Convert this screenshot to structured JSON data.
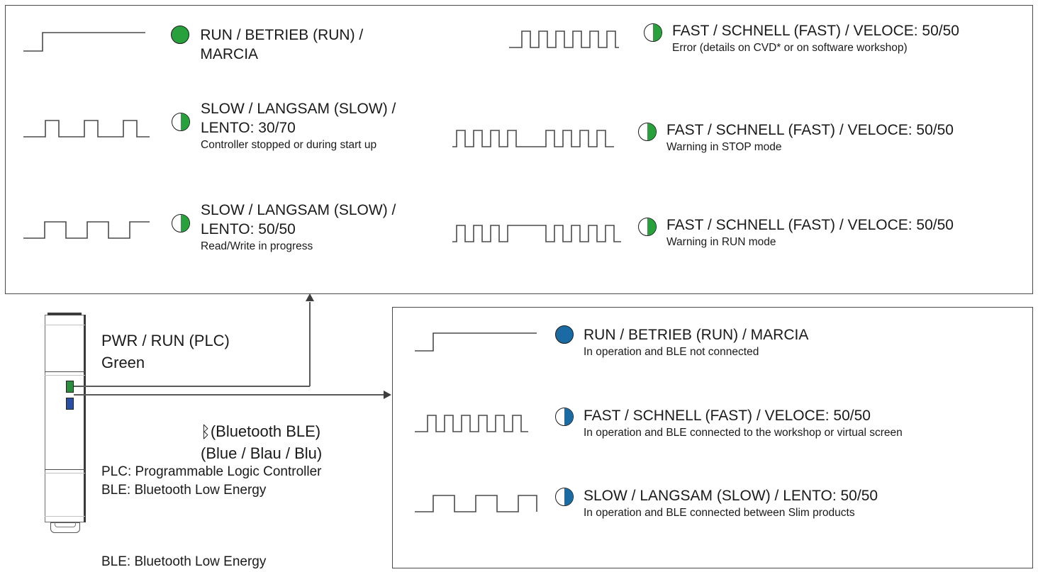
{
  "diagram": {
    "device": {
      "led_green_name": "PWR / RUN (PLC) LED",
      "led_blue_name": "Bluetooth BLE LED"
    },
    "labels": {
      "pwr_run": "PWR / RUN (PLC)\nGreen",
      "bluetooth_glyph": "ᛒ",
      "bluetooth": "(Bluetooth BLE)\n(Blue / Blau / Blu)",
      "legend_block": "PLC: Programmable Logic Controller\nBLE: Bluetooth Low Energy",
      "legend_ble": "BLE: Bluetooth Low Energy"
    }
  },
  "green_panel": {
    "led_color": "#28a03c",
    "left_column": [
      {
        "title": "RUN / BETRIEB (RUN) / MARCIA",
        "sub": "",
        "led": "full-green",
        "waveform": "step-high"
      },
      {
        "title": "SLOW / LANGSAM (SLOW) /\nLENTO: 30/70",
        "sub": "Controller stopped or during start up",
        "led": "half-green",
        "waveform": "slow-30-70"
      },
      {
        "title": "SLOW / LANGSAM (SLOW) /\nLENTO: 50/50",
        "sub": "Read/Write in progress",
        "led": "half-green",
        "waveform": "slow-50-50"
      }
    ],
    "right_column": [
      {
        "title": "FAST / SCHNELL (FAST) / VELOCE: 50/50",
        "sub": "Error (details on CVD* or on software workshop)",
        "led": "half-green",
        "waveform": "fast-50-50"
      },
      {
        "title": "FAST / SCHNELL (FAST) / VELOCE: 50/50",
        "sub": "Warning in STOP mode",
        "led": "half-green",
        "waveform": "burst-low-gap"
      },
      {
        "title": "FAST / SCHNELL (FAST) / VELOCE: 50/50",
        "sub": "Warning in RUN mode",
        "led": "half-green",
        "waveform": "burst-high-gap"
      }
    ]
  },
  "blue_panel": {
    "led_color": "#1a6ba4",
    "rows": [
      {
        "title": "RUN / BETRIEB (RUN) / MARCIA",
        "sub": "In operation and BLE not connected",
        "led": "full-blue",
        "waveform": "step-high"
      },
      {
        "title": "FAST / SCHNELL (FAST) / VELOCE: 50/50",
        "sub": "In operation and BLE connected to the workshop or virtual screen",
        "led": "half-blue",
        "waveform": "fast-50-50"
      },
      {
        "title": "SLOW / LANGSAM (SLOW) / LENTO: 50/50",
        "sub": "In operation and BLE connected between Slim products",
        "led": "half-blue",
        "waveform": "slow-50-50"
      }
    ]
  }
}
